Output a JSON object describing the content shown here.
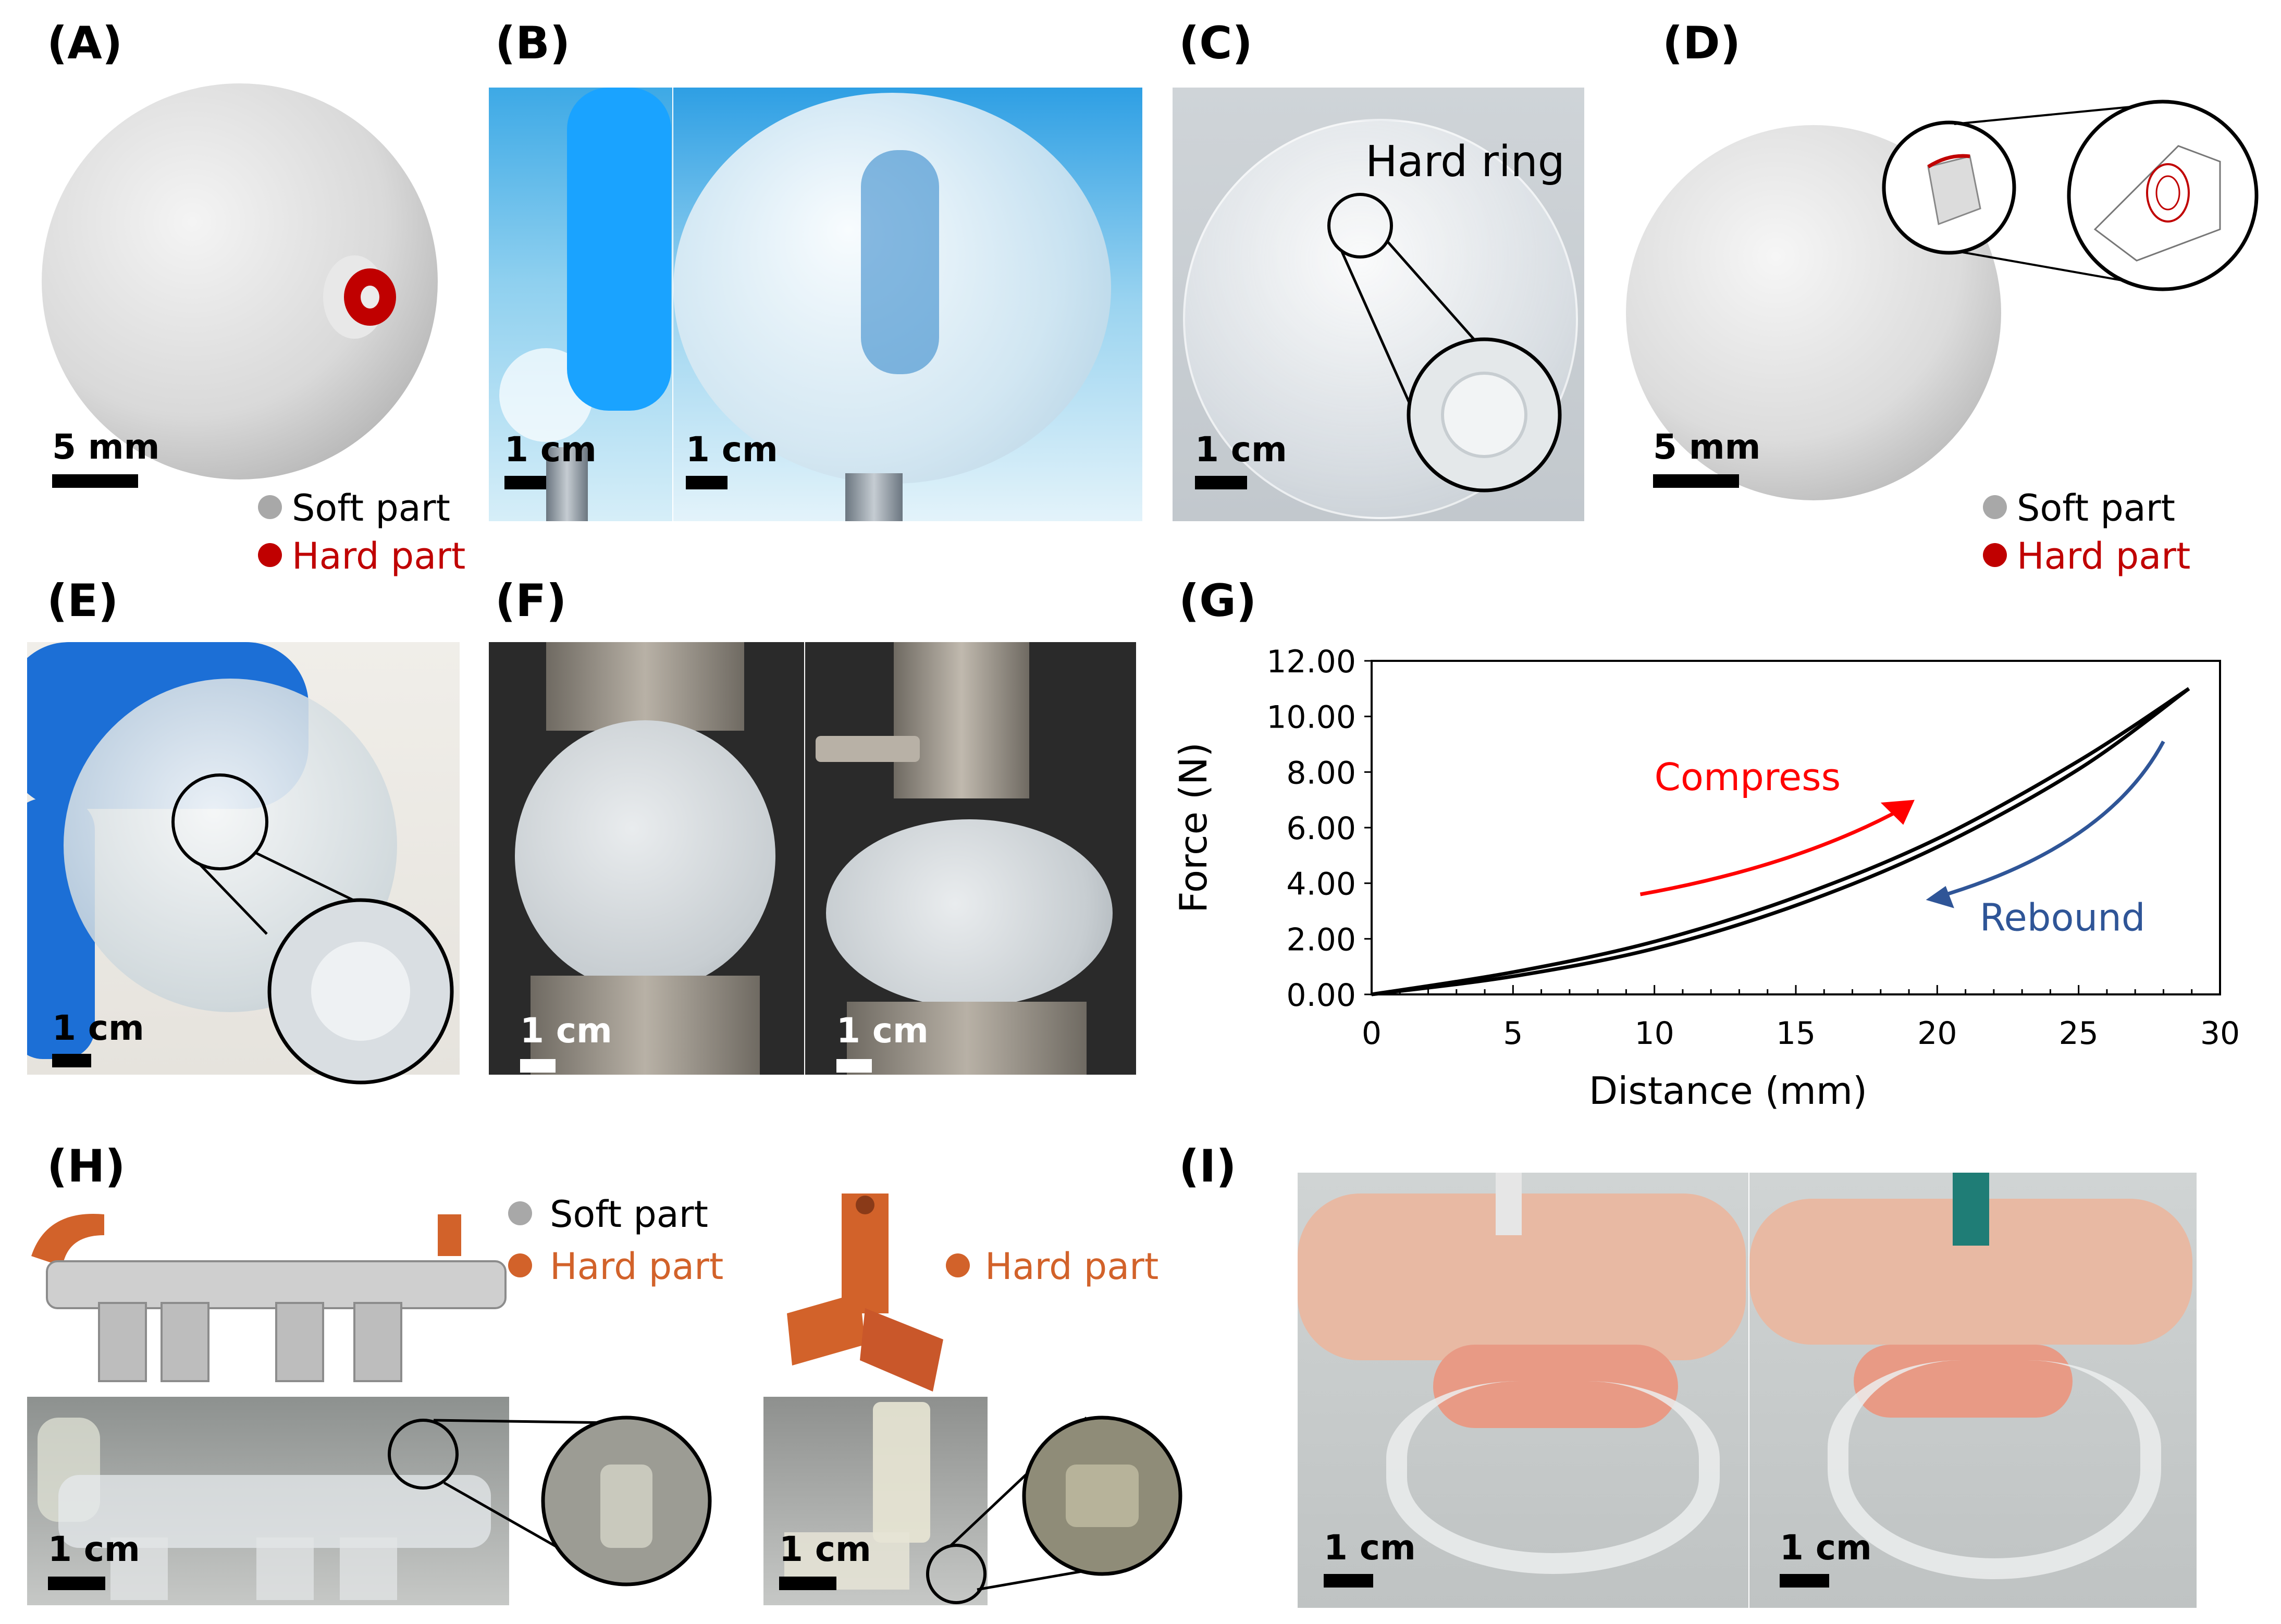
{
  "panels": {
    "a": {
      "label": "(A)",
      "scale": "5 mm",
      "legend_soft": "Soft part",
      "legend_hard": "Hard part"
    },
    "b": {
      "label": "(B)",
      "scale_left": "1 cm",
      "scale_right": "1 cm"
    },
    "c": {
      "label": "(C)",
      "annotation": "Hard ring",
      "scale": "1 cm"
    },
    "d": {
      "label": "(D)",
      "scale": "5 mm",
      "legend_soft": "Soft part",
      "legend_hard": "Hard part"
    },
    "e": {
      "label": "(E)",
      "scale": "1 cm"
    },
    "f": {
      "label": "(F)",
      "scale_left": "1 cm",
      "scale_right": "1 cm"
    },
    "g": {
      "label": "(G)"
    },
    "h": {
      "label": "(H)",
      "legend_soft": "Soft part",
      "legend_hard": "Hard part",
      "legend_hard2": "Hard part",
      "scale_left": "1 cm",
      "scale_right": "1 cm"
    },
    "i": {
      "label": "(I)",
      "scale_left": "1 cm",
      "scale_right": "1 cm"
    }
  },
  "colors": {
    "soft": "#a8a8a8",
    "hard_red": "#c00000",
    "hard_orange": "#d2622a",
    "compress": "#ff0000",
    "rebound": "#2f5597"
  },
  "chart_data": {
    "type": "line",
    "xlabel": "Distance (mm)",
    "ylabel": "Force (N)",
    "xlim": [
      0,
      30
    ],
    "ylim": [
      0,
      12
    ],
    "x_ticks": [
      "0",
      "5",
      "10",
      "15",
      "20",
      "25",
      "30"
    ],
    "y_ticks": [
      "0.00",
      "2.00",
      "4.00",
      "6.00",
      "8.00",
      "10.00",
      "12.00"
    ],
    "grid": false,
    "series": [
      {
        "x": [
          0,
          5,
          10,
          15,
          20,
          25,
          28.9
        ],
        "y": [
          0,
          0.8,
          1.9,
          3.5,
          5.6,
          8.4,
          11.0
        ]
      },
      {
        "x": [
          0,
          5,
          10,
          15,
          20,
          25,
          28.9
        ],
        "y": [
          0,
          0.65,
          1.65,
          3.2,
          5.3,
          8.1,
          11.0
        ]
      }
    ],
    "annotations": [
      {
        "text": "Compress",
        "color": "#ff0000"
      },
      {
        "text": "Rebound",
        "color": "#2f5597"
      }
    ]
  }
}
